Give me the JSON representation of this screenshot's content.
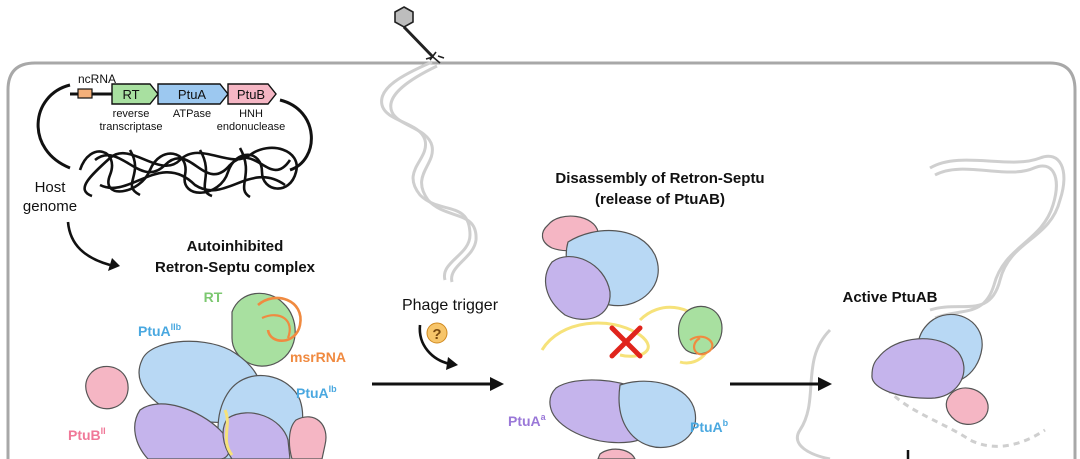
{
  "gene_cassette": {
    "ncrna_label": "ncRNA",
    "genes": [
      {
        "name": "RT",
        "desc_line1": "reverse",
        "desc_line2": "transcriptase",
        "color": "#a8e0a0"
      },
      {
        "name": "PtuA",
        "desc_line1": "ATPase",
        "desc_line2": "",
        "color": "#9cc8f0"
      },
      {
        "name": "PtuB",
        "desc_line1": "HNH",
        "desc_line2": "endonuclease",
        "color": "#f5b6c4"
      }
    ]
  },
  "host_genome": {
    "line1": "Host",
    "line2": "genome"
  },
  "complex_title": {
    "line1": "Autoinhibited",
    "line2": "Retron-Septu complex"
  },
  "complex_labels": {
    "rt": "RT",
    "ptua_iib_base": "PtuA",
    "ptua_iib_sup": "IIb",
    "ptua_ib_base": "PtuA",
    "ptua_ib_sup": "Ib",
    "msrrna": "msrRNA",
    "ptub_base": "PtuB",
    "ptub_sup": "II"
  },
  "trigger": {
    "label": "Phage trigger",
    "symbol": "?"
  },
  "disassembly_title": {
    "line1": "Disassembly of Retron-Septu",
    "line2": "(release of PtuAB)"
  },
  "disassembly_labels": {
    "ptua_a_base": "PtuA",
    "ptua_a_sup": "a",
    "ptua_b_base": "PtuA",
    "ptua_b_sup": "b"
  },
  "active_title": "Active PtuAB",
  "colors": {
    "rt": "#a8e0a0",
    "ptua_blue": "#b8d8f4",
    "ptua_purple": "#c5b4ec",
    "ptub": "#f5b6c4",
    "msrrna": "#f08a40",
    "label_blue": "#4aa8e0",
    "label_purple": "#9a78d8",
    "label_pink": "#f07898",
    "label_green": "#7cc870",
    "dna_gray": "#cfcfcf",
    "dna_yellow": "#f6e27a",
    "cross_red": "#e0241c"
  }
}
